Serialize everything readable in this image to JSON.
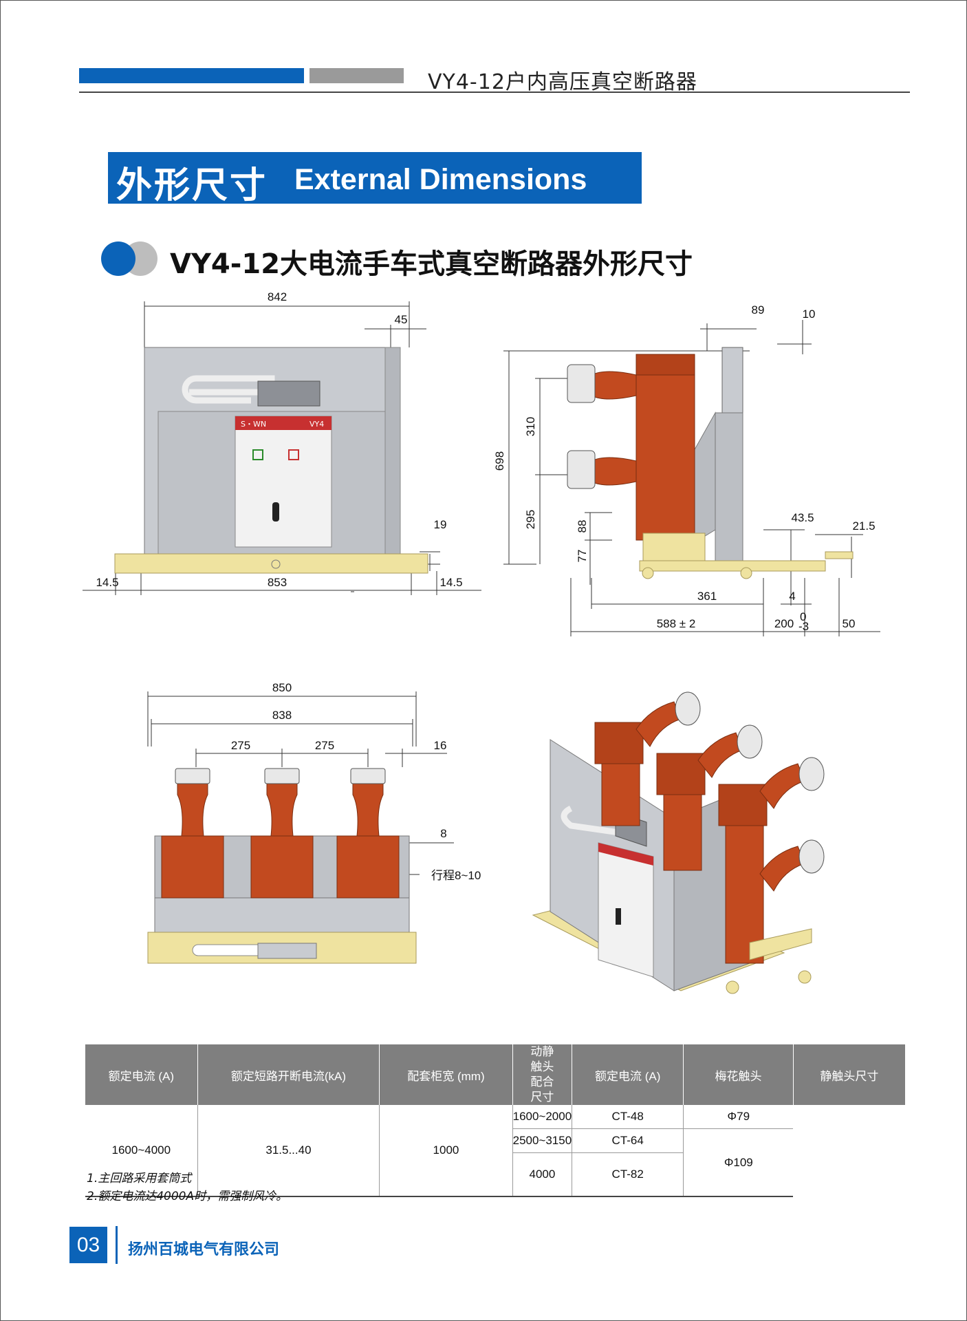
{
  "header": {
    "title": "VY4-12户内高压真空断路器"
  },
  "section": {
    "title_cn": "外形尺寸",
    "title_en": "External Dimensions"
  },
  "subtitle": "VY4-12大电流手车式真空断路器外形尺寸",
  "dims_front": {
    "d842": "842",
    "d45": "45",
    "d19": "19",
    "d14a": "14.5",
    "d853": "853",
    "d14b": "14.5"
  },
  "panel": {
    "brand": "S・WN",
    "model": "VY4"
  },
  "dims_side": {
    "d89": "89",
    "d10": "10",
    "d698": "698",
    "d310": "310",
    "d295": "295",
    "d88": "88",
    "d77": "77",
    "d43": "43.5",
    "d21": "21.5",
    "d361": "361",
    "d4": "4",
    "d588": "588 ± 2",
    "d200": "200",
    "d200sup": "0",
    "d200sub": "-3",
    "d50": "50"
  },
  "dims_top": {
    "d850": "850",
    "d838": "838",
    "d275a": "275",
    "d275b": "275",
    "d16": "16",
    "d8": "8",
    "stroke": "行程8~10"
  },
  "table": {
    "headers": [
      "额定电流 (A)",
      "额定短路开断电流(kA)",
      "配套柜宽 (mm)",
      "动静触头配合尺寸",
      "额定电流 (A)",
      "梅花触头",
      "静触头尺寸"
    ],
    "rated_current": "1600~4000",
    "breaking_current": "31.5...40",
    "cabinet_width": "1000",
    "rows": [
      {
        "current": "1600~2000",
        "contact": "CT-48",
        "size": "Φ79"
      },
      {
        "current": "2500~3150",
        "contact": "CT-64",
        "size": "Φ109"
      },
      {
        "current": "4000",
        "contact": "CT-82"
      }
    ]
  },
  "notes": [
    "1.主回路采用套筒式",
    "2.额定电流达4000A时，需强制风冷。"
  ],
  "footer": {
    "page": "03",
    "company": "扬州百城电气有限公司"
  },
  "colors": {
    "brand_blue": "#0b63b8",
    "copper": "#c24a1f",
    "base_yellow": "#efe3a0",
    "panel_gray": "#c8cbd0"
  }
}
